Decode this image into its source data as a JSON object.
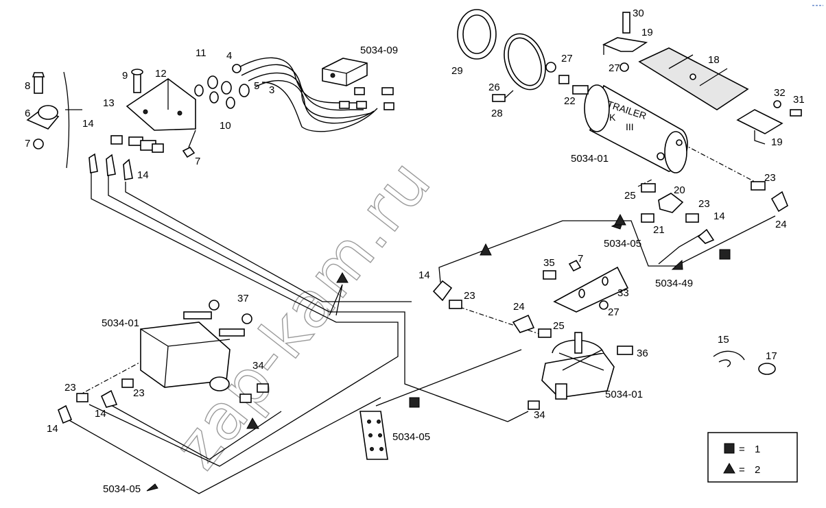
{
  "watermark": "zap-kam.ru",
  "tank_text": {
    "line1": "TRAILER",
    "line2": "K",
    "line3": "III"
  },
  "refs": {
    "r1": "5034-09",
    "r2": "5034-01",
    "r3": "5034-05",
    "r4": "5034-49",
    "r5": "5034-01",
    "r6": "5034-01",
    "r7": "5034-05",
    "r8": "5034-05"
  },
  "parts": {
    "p3": "3",
    "p4": "4",
    "p5": "5",
    "p6": "6",
    "p7a": "7",
    "p7b": "7",
    "p7c": "7",
    "p8": "8",
    "p9": "9",
    "p10": "10",
    "p11": "11",
    "p12": "12",
    "p13": "13",
    "p14a": "14",
    "p14b": "14",
    "p14c": "14",
    "p14d": "14",
    "p14e": "14",
    "p14f": "14",
    "p15": "15",
    "p17": "17",
    "p18": "18",
    "p19a": "19",
    "p19b": "19",
    "p20": "20",
    "p21": "21",
    "p22": "22",
    "p23a": "23",
    "p23b": "23",
    "p23c": "23",
    "p23d": "23",
    "p23e": "23",
    "p24a": "24",
    "p24b": "24",
    "p25a": "25",
    "p25b": "25",
    "p26": "26",
    "p27a": "27",
    "p27b": "27",
    "p27c": "27",
    "p28": "28",
    "p29": "29",
    "p30": "30",
    "p31": "31",
    "p32": "32",
    "p33": "33",
    "p34a": "34",
    "p34b": "34",
    "p35": "35",
    "p36": "36",
    "p37": "37"
  },
  "legend": {
    "square_value": "1",
    "triangle_value": "2",
    "equals": "="
  }
}
